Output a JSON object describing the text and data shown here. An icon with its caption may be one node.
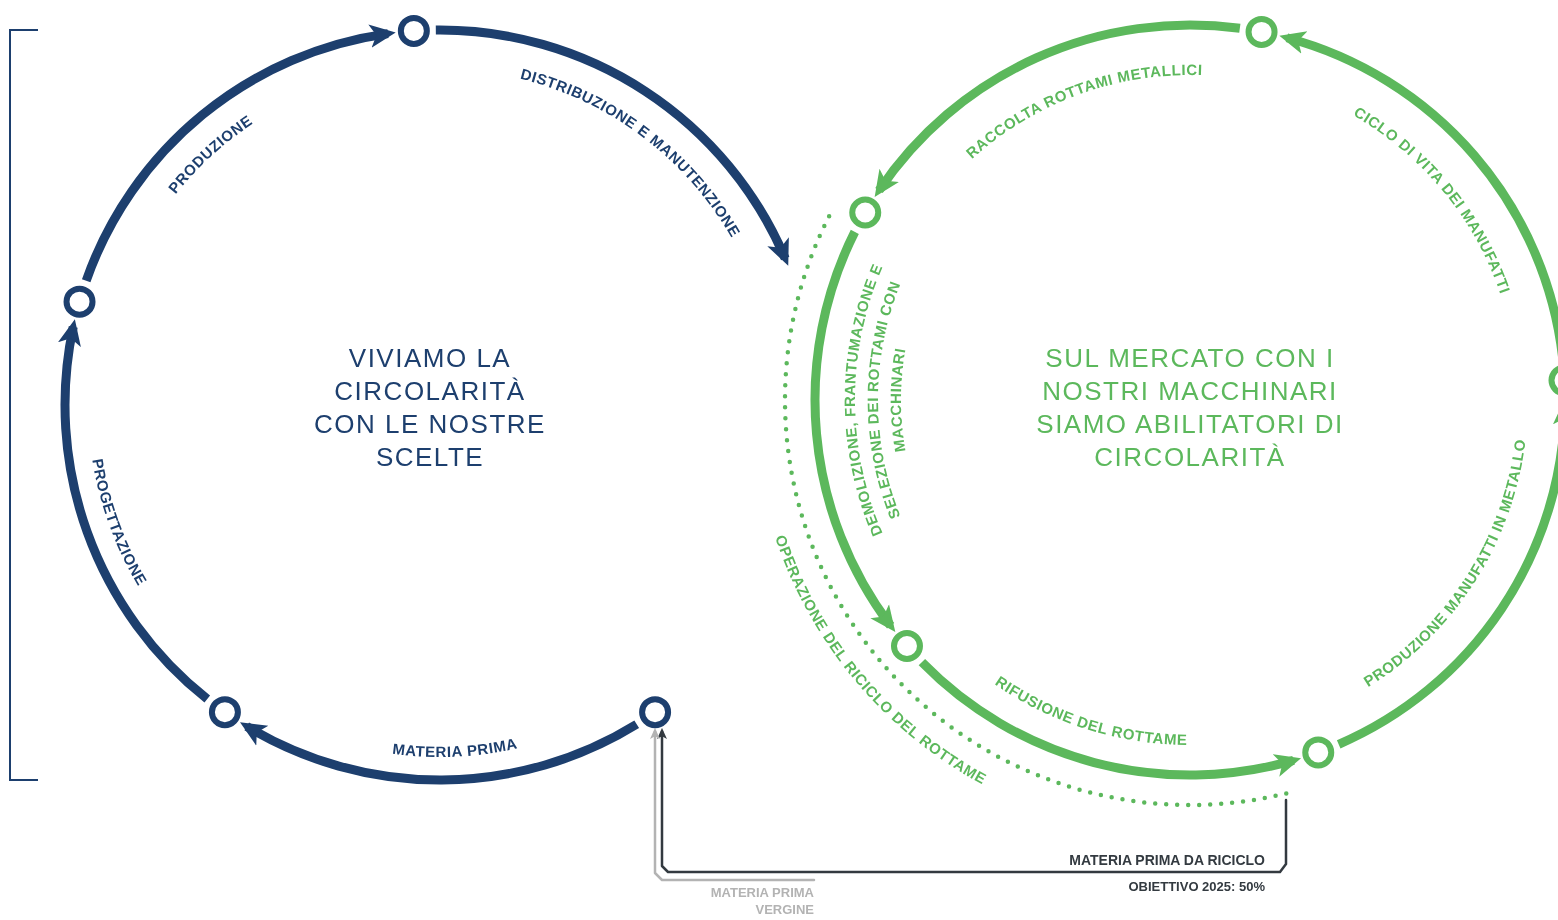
{
  "diagram": {
    "nodes": [
      {
        "text": [],
        "shape": "circle"
      },
      {
        "text": [],
        "shape": "circle"
      },
      {
        "text": [],
        "shape": "circle"
      },
      {
        "text": [],
        "shape": "circle"
      },
      {
        "text": [],
        "shape": "circle"
      },
      {
        "text": [],
        "shape": "circle"
      },
      {
        "text": [],
        "shape": "circle"
      },
      {
        "text": [],
        "shape": "circle"
      },
      {
        "text": [],
        "shape": "circle"
      }
    ],
    "edges": [
      {
        "from": 3,
        "to": 2,
        "arrow": "to",
        "label": "MATERIA PRIMA",
        "color": "#1d3f6e"
      },
      {
        "from": 2,
        "to": 1,
        "arrow": "to",
        "label": "PROGETTAZIONE",
        "color": "#1d3f6e"
      },
      {
        "from": 1,
        "to": 0,
        "arrow": "to",
        "label": "PRODUZIONE",
        "color": "#1d3f6e"
      },
      {
        "from": 0,
        "to": null,
        "arrow": "to",
        "label": "DISTRIBUZIONE E MANUTENZIONE",
        "color": "#1d3f6e"
      },
      {
        "from": 4,
        "to": 5,
        "arrow": "to",
        "label": "RACCOLTA ROTTAMI METALLICI",
        "color": "#5cb85c"
      },
      {
        "from": 5,
        "to": 6,
        "arrow": "to",
        "label": "DEMOLIZIONE, FRANTUMAZIONE E SELEZIONE DEI ROTTAMI CON MACCHINARI",
        "color": "#5cb85c"
      },
      {
        "from": 6,
        "to": 7,
        "arrow": "to",
        "label": "RIFUSIONE DEL ROTTAME",
        "color": "#5cb85c"
      },
      {
        "from": 7,
        "to": 8,
        "arrow": "to",
        "label": "PRODUZIONE MANUFATTI IN METALLO",
        "color": "#5cb85c"
      },
      {
        "from": 8,
        "to": 4,
        "arrow": "to",
        "label": "CICLO DI VITA DEI MANUFATTI",
        "color": "#5cb85c"
      },
      {
        "from": null,
        "to": 3,
        "arrow": "to",
        "label": "MATERIA PRIMA DA RICICLO",
        "color": "#333a40"
      },
      {
        "from": null,
        "to": 3,
        "arrow": "to",
        "label": "MATERIA PRIMA VERGINE",
        "color": "#b3b3b3"
      }
    ],
    "labels": [
      "VIVIAMO LA CIRCOLARITÀ CON LE NOSTRE SCELTE",
      "SUL MERCATO CON I NOSTRI MACCHINARI SIAMO ABILITATORI DI CIRCOLARITÀ",
      "OPERAZIONE DEL RICICLO DEL ROTTAME",
      "OBIETTIVO 2025: 50%"
    ]
  }
}
